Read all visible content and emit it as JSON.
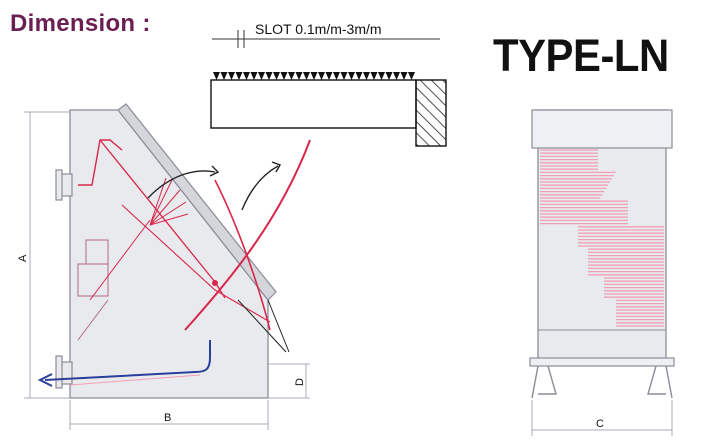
{
  "heading": "Dimension :",
  "type_label": "TYPE-LN",
  "slot_label": "SLOT  0.1m/m-3m/m",
  "dim_a": "A",
  "dim_b": "B",
  "dim_c": "C",
  "dim_d": "D",
  "colors": {
    "heading": "#6a1e52",
    "body_fill": "#e9eaee",
    "body_stroke": "#8c8c96",
    "red": "#d8274a",
    "pink": "#f0a0b4",
    "blue": "#2a3f9a",
    "dim_line": "#a8a8b8",
    "text": "#111111"
  }
}
